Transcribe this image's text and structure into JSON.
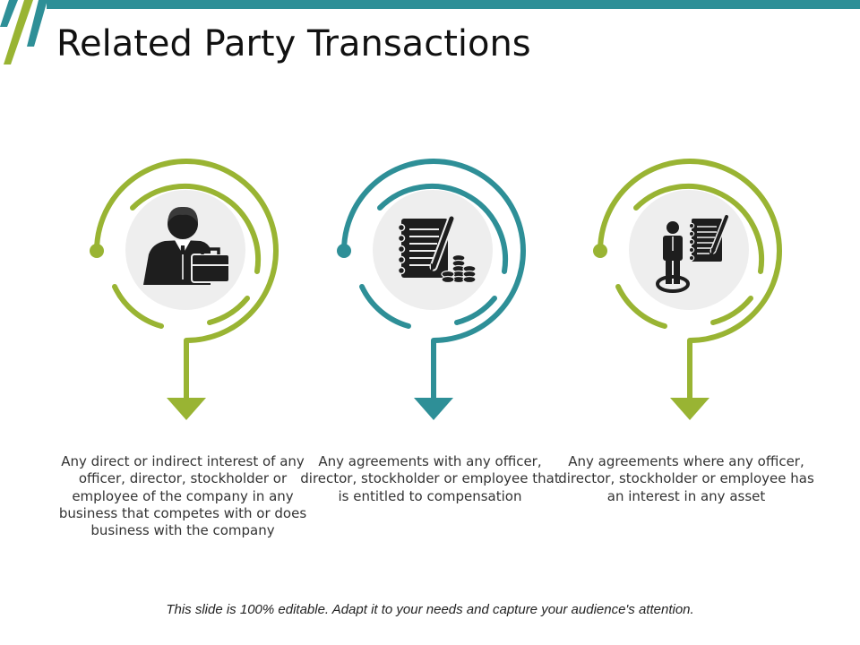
{
  "header": {
    "title": "Related Party Transactions",
    "accent_color": "#2e8f97",
    "secondary_color": "#99b433"
  },
  "cards": [
    {
      "icon": "businessman-briefcase-icon",
      "color": "#99b433",
      "text": "Any direct or indirect interest of any officer, director, stockholder or employee of the company in any business that competes with or does business with the company"
    },
    {
      "icon": "notepad-pen-coins-icon",
      "color": "#2e8f97",
      "text": "Any agreements with any officer, director, stockholder or employee that is entitled to compensation"
    },
    {
      "icon": "person-notepad-icon",
      "color": "#99b433",
      "text": "Any agreements where any officer, director, stockholder or employee has an interest in any asset"
    }
  ],
  "footer": {
    "text": "This slide is 100% editable. Adapt it to your needs and capture your audience's attention."
  }
}
